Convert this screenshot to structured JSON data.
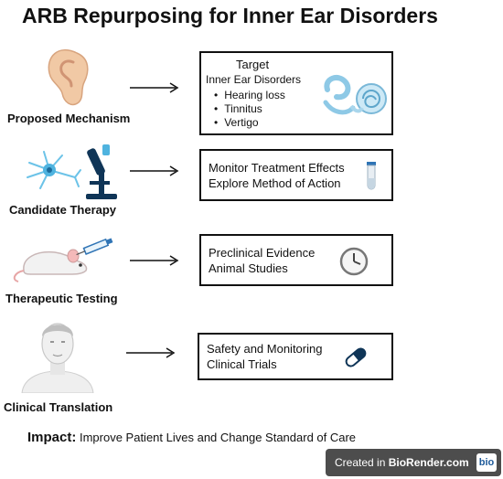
{
  "title": "ARB Repurposing for Inner Ear Disorders",
  "rows": [
    {
      "label": "Proposed Mechanism",
      "icon": "ear-icon",
      "box": {
        "heading": "Target",
        "subheading": "Inner Ear Disorders",
        "bullets": [
          "Hearing loss",
          "Tinnitus",
          "Vertigo"
        ],
        "icon": "cochlea-icon"
      }
    },
    {
      "label": "Candidate Therapy",
      "icon": "neuron-microscope-icon",
      "box": {
        "lines": [
          "Monitor Treatment Effects",
          "Explore Method of Action"
        ],
        "icon": "test-tube-icon"
      }
    },
    {
      "label": "Therapeutic Testing",
      "icon": "mouse-syringe-icon",
      "box": {
        "lines": [
          "Preclinical Evidence",
          "Animal Studies"
        ],
        "icon": "clock-icon"
      }
    },
    {
      "label": "Clinical Translation",
      "icon": "person-icon",
      "box": {
        "lines": [
          "Safety and Monitoring",
          "Clinical Trials"
        ],
        "icon": "pill-icon"
      }
    }
  ],
  "impact": {
    "label": "Impact:",
    "text": "Improve Patient Lives and Change Standard of Care"
  },
  "badge": {
    "prefix": "Created in ",
    "brand": "BioRender.com",
    "logo": "bio"
  },
  "colors": {
    "border": "#111111",
    "skin": "#f1c9a5",
    "blue": "#8ec9e6",
    "navy": "#0f3557",
    "badge": "#4d4d4d"
  }
}
